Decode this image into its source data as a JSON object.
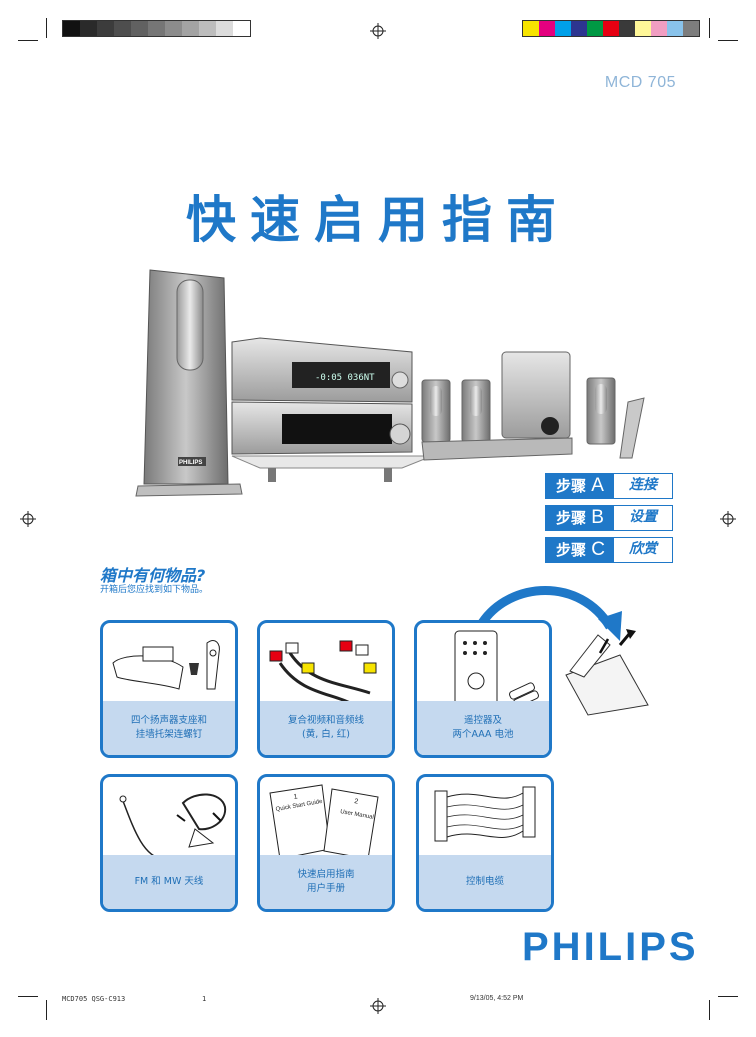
{
  "doc": {
    "model": "MCD 705",
    "title": "快速启用指南",
    "product_brand": "PHILIPS",
    "device_display": "-0:05  036NT"
  },
  "steps": [
    {
      "label": "步骤",
      "letter": "A",
      "value": "连接"
    },
    {
      "label": "步骤",
      "letter": "B",
      "value": "设置"
    },
    {
      "label": "步骤",
      "letter": "C",
      "value": "欣赏"
    }
  ],
  "box": {
    "title": "箱中有何物品?",
    "subtitle": "开箱后您应找到如下物品。"
  },
  "items": [
    {
      "line1": "四个扬声器支座和",
      "line2": "挂墙托架连螺钉"
    },
    {
      "line1": "复合视频和音频线",
      "line2": "(黄, 白, 红)"
    },
    {
      "line1": "遥控器及",
      "line2": "两个AAA 电池"
    },
    {
      "line1": "FM 和 MW 天线",
      "line2": ""
    },
    {
      "line1": "快速启用指南",
      "line2": "用户手册"
    },
    {
      "line1": "控制电缆",
      "line2": ""
    }
  ],
  "manuals": {
    "qsg_num": "1",
    "qsg": "Quick Start Guide",
    "um_num": "2",
    "um": "User Manual"
  },
  "brand": "PHILIPS",
  "footer": {
    "left": "MCD705 QSG-C913",
    "page": "1",
    "date": "9/13/05, 4:52 PM"
  },
  "colors": {
    "accent": "#1f78c8",
    "caption_bg": "#c5d9ef",
    "gray_swatches": [
      "#111111",
      "#2a2a2a",
      "#3c3c3c",
      "#4e4e4e",
      "#616161",
      "#767676",
      "#8c8c8c",
      "#a3a3a3",
      "#bdbdbd",
      "#dcdcdc",
      "#ffffff"
    ],
    "color_swatches": [
      "#f7e400",
      "#e4007f",
      "#00a0e9",
      "#2d3590",
      "#009944",
      "#e60012",
      "#3a3a3a",
      "#fff799",
      "#f19ec2",
      "#89c3eb",
      "#7d7d7d"
    ]
  }
}
